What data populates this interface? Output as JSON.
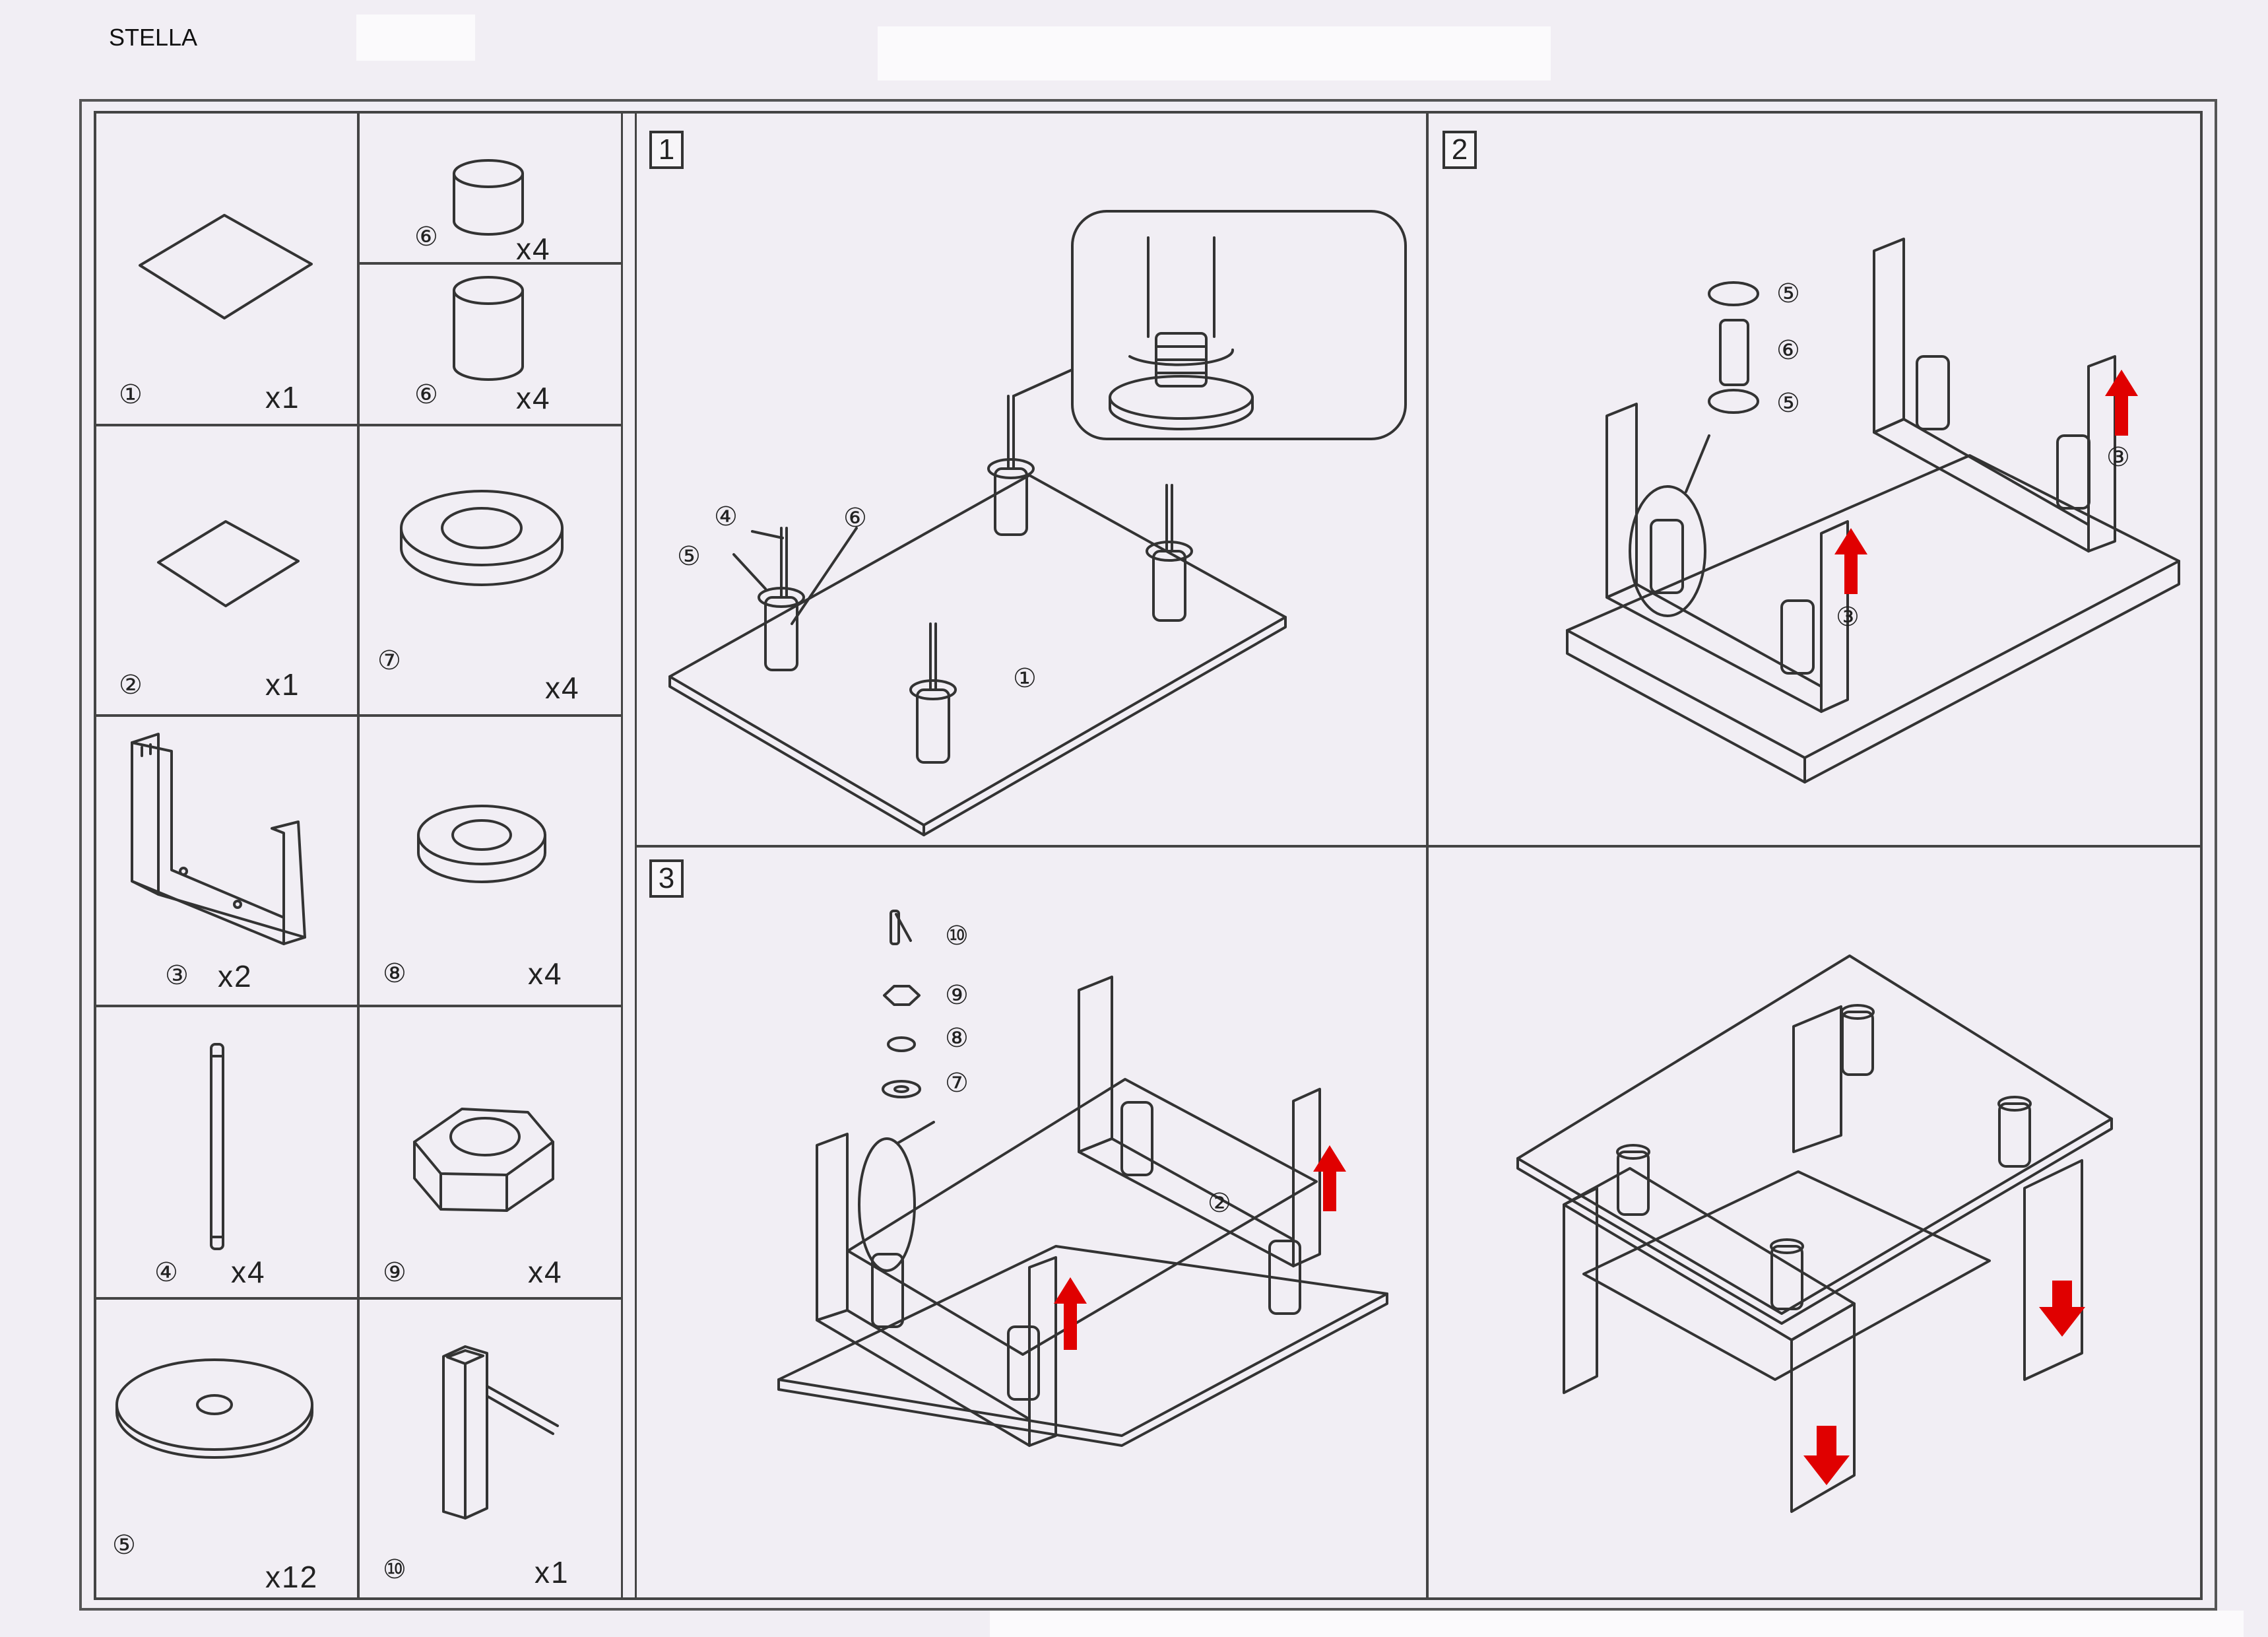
{
  "document": {
    "title": "STELLA"
  },
  "parts": [
    {
      "num": "①",
      "qty": "x1"
    },
    {
      "num": "⑥",
      "qty": "x4"
    },
    {
      "num": "⑥",
      "qty": "x4"
    },
    {
      "num": "②",
      "qty": "x1"
    },
    {
      "num": "⑦",
      "qty": "x4"
    },
    {
      "num": "③",
      "qty": "x2"
    },
    {
      "num": "⑧",
      "qty": "x4"
    },
    {
      "num": "④",
      "qty": "x4"
    },
    {
      "num": "⑨",
      "qty": "x4"
    },
    {
      "num": "⑤",
      "qty": "x12"
    },
    {
      "num": "⑩",
      "qty": "x1"
    }
  ],
  "steps": [
    {
      "label": "1",
      "callouts": [
        "④",
        "⑤",
        "⑥",
        "①"
      ]
    },
    {
      "label": "2",
      "callouts": [
        "⑤",
        "⑥",
        "⑤",
        "③",
        "③"
      ]
    },
    {
      "label": "3",
      "callouts": [
        "⑩",
        "⑨",
        "⑧",
        "⑦",
        "②"
      ]
    }
  ],
  "colors": {
    "arrow": "#e00000",
    "line": "#333333",
    "paper": "#f1eef4"
  }
}
